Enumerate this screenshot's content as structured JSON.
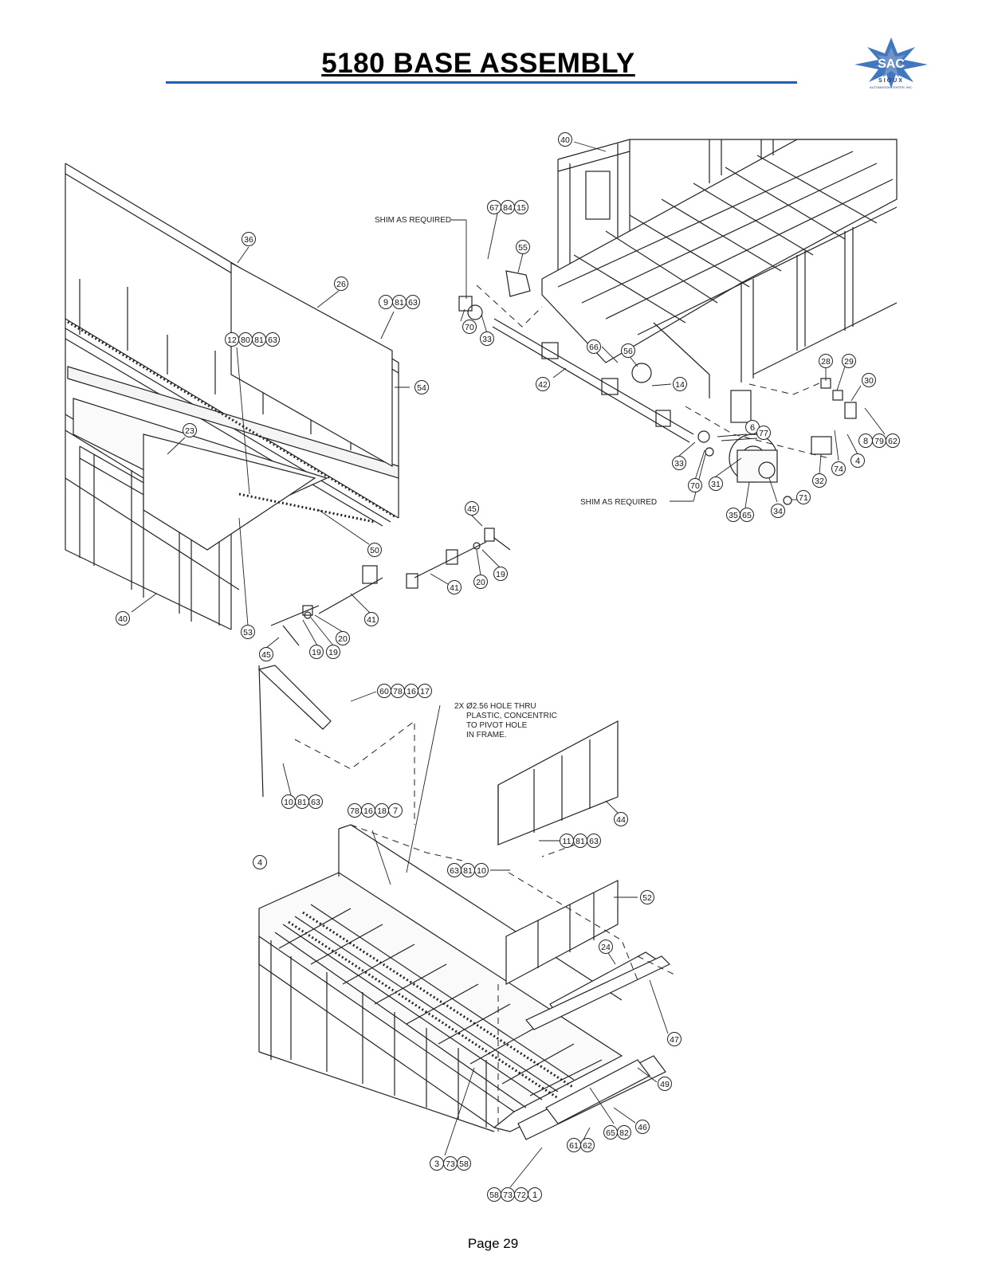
{
  "document": {
    "title": "5180 BASE ASSEMBLY",
    "page_label": "Page 29"
  },
  "logo": {
    "text": "SAC",
    "subtext": "SIOUX",
    "tagline": "AUTOMATION CENTER, INC.",
    "color": "#1f5fb4"
  },
  "notes": {
    "shim_top": "SHIM AS REQUIRED",
    "shim_bottom": "SHIM AS REQUIRED",
    "hole_note_1": "2X  Ø2.56 HOLE THRU",
    "hole_note_2": "PLASTIC, CONCENTRIC",
    "hole_note_3": "TO PIVOT HOLE",
    "hole_note_4": "IN FRAME."
  },
  "callouts": [
    {
      "id": "c40a",
      "nums": [
        "40"
      ]
    },
    {
      "id": "c678415",
      "nums": [
        "67",
        "84",
        "15"
      ]
    },
    {
      "id": "c55",
      "nums": [
        "55"
      ]
    },
    {
      "id": "c70a",
      "nums": [
        "70"
      ]
    },
    {
      "id": "c33a",
      "nums": [
        "33"
      ]
    },
    {
      "id": "c66",
      "nums": [
        "66"
      ]
    },
    {
      "id": "c56",
      "nums": [
        "56"
      ]
    },
    {
      "id": "c42",
      "nums": [
        "42"
      ]
    },
    {
      "id": "c14",
      "nums": [
        "14"
      ]
    },
    {
      "id": "c28",
      "nums": [
        "28"
      ]
    },
    {
      "id": "c29",
      "nums": [
        "29"
      ]
    },
    {
      "id": "c30",
      "nums": [
        "30"
      ]
    },
    {
      "id": "c87962",
      "nums": [
        "8",
        "79",
        "62"
      ]
    },
    {
      "id": "c6",
      "nums": [
        "6"
      ]
    },
    {
      "id": "c77",
      "nums": [
        "77"
      ]
    },
    {
      "id": "c33b",
      "nums": [
        "33"
      ]
    },
    {
      "id": "c70b",
      "nums": [
        "70"
      ]
    },
    {
      "id": "c31",
      "nums": [
        "31"
      ]
    },
    {
      "id": "c32",
      "nums": [
        "32"
      ]
    },
    {
      "id": "c74",
      "nums": [
        "74"
      ]
    },
    {
      "id": "c4",
      "nums": [
        "4"
      ]
    },
    {
      "id": "c71",
      "nums": [
        "71"
      ]
    },
    {
      "id": "c34",
      "nums": [
        "34"
      ]
    },
    {
      "id": "c3565",
      "nums": [
        "35",
        "65"
      ]
    },
    {
      "id": "c36",
      "nums": [
        "36"
      ]
    },
    {
      "id": "c26",
      "nums": [
        "26"
      ]
    },
    {
      "id": "c98163",
      "nums": [
        "9",
        "81",
        "63"
      ]
    },
    {
      "id": "c12808163",
      "nums": [
        "12",
        "80",
        "81",
        "63"
      ]
    },
    {
      "id": "c54",
      "nums": [
        "54"
      ]
    },
    {
      "id": "c23",
      "nums": [
        "23"
      ]
    },
    {
      "id": "c45a",
      "nums": [
        "45"
      ]
    },
    {
      "id": "c50",
      "nums": [
        "50"
      ]
    },
    {
      "id": "c20a",
      "nums": [
        "20"
      ]
    },
    {
      "id": "c19a",
      "nums": [
        "19"
      ]
    },
    {
      "id": "c41a",
      "nums": [
        "41"
      ]
    },
    {
      "id": "c41b",
      "nums": [
        "41"
      ]
    },
    {
      "id": "c40b",
      "nums": [
        "40"
      ]
    },
    {
      "id": "c53",
      "nums": [
        "53"
      ]
    },
    {
      "id": "c20b",
      "nums": [
        "20"
      ]
    },
    {
      "id": "c19b",
      "nums": [
        "19"
      ]
    },
    {
      "id": "c19c",
      "nums": [
        "19"
      ]
    },
    {
      "id": "c45b",
      "nums": [
        "45"
      ]
    },
    {
      "id": "c60781617",
      "nums": [
        "60",
        "78",
        "16",
        "17"
      ]
    },
    {
      "id": "c108163",
      "nums": [
        "10",
        "81",
        "63"
      ]
    },
    {
      "id": "c7816187",
      "nums": [
        "78",
        "16",
        "18",
        "7"
      ]
    },
    {
      "id": "c44",
      "nums": [
        "44"
      ]
    },
    {
      "id": "c118163",
      "nums": [
        "11",
        "81",
        "63"
      ]
    },
    {
      "id": "c638110",
      "nums": [
        "63",
        "81",
        "10"
      ]
    },
    {
      "id": "c52",
      "nums": [
        "52"
      ]
    },
    {
      "id": "c24",
      "nums": [
        "24"
      ]
    },
    {
      "id": "c47",
      "nums": [
        "47"
      ]
    },
    {
      "id": "c49",
      "nums": [
        "49"
      ]
    },
    {
      "id": "c46",
      "nums": [
        "46"
      ]
    },
    {
      "id": "c6582",
      "nums": [
        "65",
        "82"
      ]
    },
    {
      "id": "c6162",
      "nums": [
        "61",
        "62"
      ]
    },
    {
      "id": "c37358",
      "nums": [
        "3",
        "73",
        "58"
      ]
    },
    {
      "id": "c5873721",
      "nums": [
        "58",
        "73",
        "72",
        "1"
      ]
    },
    {
      "id": "c4edge",
      "nums": [
        "4"
      ]
    }
  ]
}
